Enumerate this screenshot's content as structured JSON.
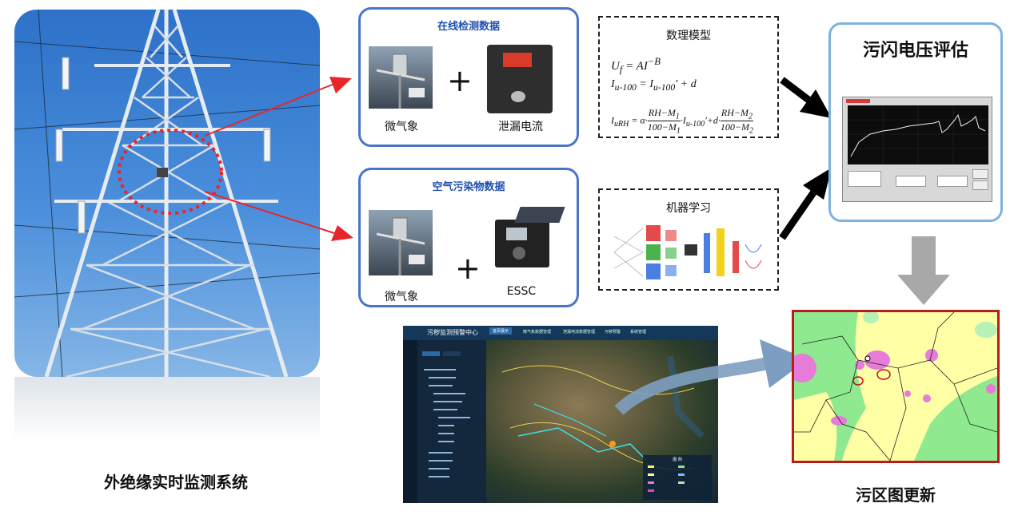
{
  "tower": {
    "caption": "外绝缘实时监测系统"
  },
  "online_box": {
    "title": "在线检测数据",
    "item1": "微气象",
    "item2": "泄漏电流",
    "plus": "+"
  },
  "air_box": {
    "title": "空气污染物数据",
    "item1": "微气象",
    "item2": "ESSC",
    "plus": "+"
  },
  "model_box": {
    "title": "数理模型",
    "f1": "U_f = AI^-B",
    "f2": "I_u-100 = I_u-100' + d",
    "f3": "I_uRH = α·(RH−M1)/(100−M1)·I_u-100' + d·(RH−M2)/(100−M2)"
  },
  "ml_box": {
    "title": "机器学习"
  },
  "eval_box": {
    "title": "污闪电压评估"
  },
  "map_caption": "污区图更新",
  "platform": {
    "title": "污秽监测预警中心",
    "nav": [
      "首页展示",
      "微气象数据管理",
      "泄漏电流数据管理",
      "污秽预警",
      "系统管理"
    ],
    "legend_title": "图 例"
  },
  "colors": {
    "box_border": "#4a74c6",
    "title_blue": "#1f4fb0",
    "red_arrow": "#e8262a",
    "map_border": "#b81c1c",
    "gray_arrow": "#a8a8a8",
    "curve_arrow": "#7d9ec0"
  }
}
